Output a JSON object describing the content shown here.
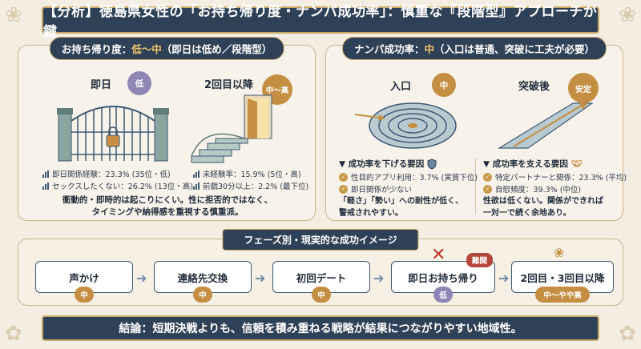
{
  "title": "【分析】徳島県女性の「お持ち帰り度・ナンパ成功率」：慎重な『段階型』アプローチが鍵",
  "left_panel": {
    "head_prefix": "お持ち帰り度：",
    "head_highlight": "低〜中",
    "head_suffix": "（即日は低め／段階型）",
    "col1_title": "即日",
    "col1_badge": "低",
    "col2_title": "2回目以降",
    "col2_badge": "中〜高",
    "stats": [
      "即日関係経験：23.3% (35位・低)",
      "セックスしたくない：26.2% (13位・高)",
      "未経験率：15.9% (5位・高)",
      "前戯30分以上：2.2% (最下位)"
    ],
    "note_line1": "衝動的・即時的は起こりにくい。性に拒否的ではなく、",
    "note_line2": "タイミングや納得感を重視する慎重派。"
  },
  "right_panel": {
    "head_prefix": "ナンパ成功率：",
    "head_highlight": "中",
    "head_suffix": "（入口は普通、突破に工夫が必要）",
    "col1_title": "入口",
    "col1_badge": "中",
    "col2_title": "突破後",
    "col2_badge": "安定",
    "down_title": "▼ 成功率を下げる要因",
    "down_items": [
      "性目的アプリ利用：3.7% (実質下位)",
      "即日関係が少ない"
    ],
    "down_note_line1": "「軽さ」「勢い」への耐性が低く、",
    "down_note_line2": "警戒されやすい。",
    "up_title": "▼ 成功率を支える要因",
    "up_items": [
      "特定パートナーと関係：23.3% (平均)",
      "自慰頻度：39.3% (中位)"
    ],
    "up_note_line1": "性欲は低くない。関係ができれば",
    "up_note_line2": "一対一で続く余地あり。"
  },
  "phases": {
    "head": "フェーズ別・現実的な成功イメージ",
    "steps": [
      {
        "label": "声かけ",
        "badge": "中"
      },
      {
        "label": "連絡先交換",
        "badge": "中"
      },
      {
        "label": "初回デート",
        "badge": "中"
      },
      {
        "label": "即日お持ち帰り",
        "badge": "低"
      },
      {
        "label": "2回目・3回目以降",
        "badge": "中〜やや高"
      }
    ],
    "difficulty_tag": "難関"
  },
  "conclusion": "結論：短期決戦よりも、信頼を積み重ねる戦略が結果につながりやすい地域性。",
  "colors": {
    "navy": "#2e4156",
    "gold": "#c48f43",
    "lavender": "#8f86b5",
    "red": "#b4473c"
  },
  "icons": [
    "gate-icon",
    "stairs-door-icon",
    "maze-icon",
    "path-icon",
    "shield-icon",
    "handshake-icon",
    "lotus-icon",
    "x-icon",
    "bar-chart-icon",
    "check-icon",
    "chevron-right-icon"
  ]
}
